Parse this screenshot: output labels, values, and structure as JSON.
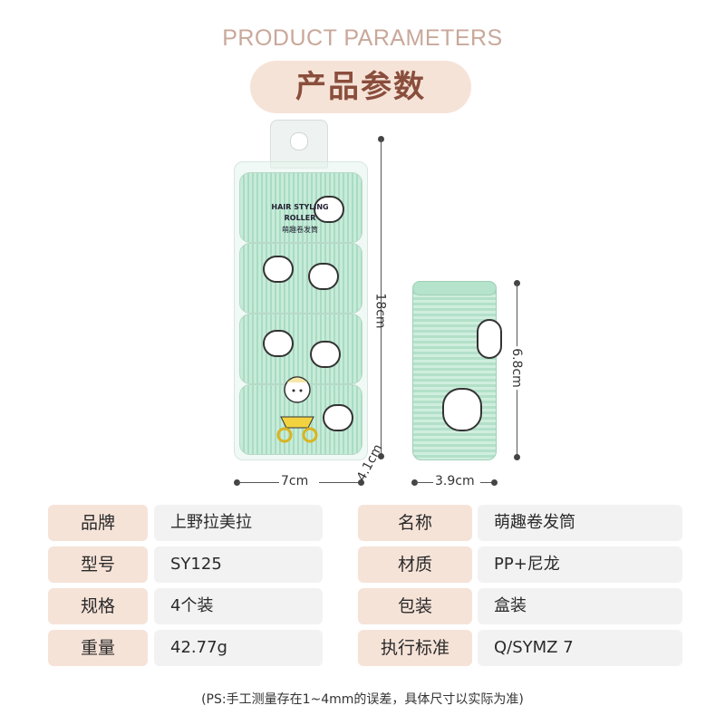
{
  "header": {
    "title_en": "PRODUCT PARAMETERS",
    "title_cn": "产品参数"
  },
  "product_image": {
    "box_text_line1": "HAIR STYLING",
    "box_text_line2": "ROLLER",
    "box_text_line3": "萌趣卷发筒"
  },
  "dimensions": {
    "box_height": "18cm",
    "box_width": "7cm",
    "box_depth": "4.1cm",
    "roller_height": "6.8cm",
    "roller_width": "3.9cm"
  },
  "specs_left": [
    {
      "label": "品牌",
      "value": "上野拉美拉"
    },
    {
      "label": "型号",
      "value": "SY125"
    },
    {
      "label": "规格",
      "value": "4个装"
    },
    {
      "label": "重量",
      "value": "42.77g"
    }
  ],
  "specs_right": [
    {
      "label": "名称",
      "value": "萌趣卷发筒"
    },
    {
      "label": "材质",
      "value": "PP+尼龙"
    },
    {
      "label": "包装",
      "value": "盒装"
    },
    {
      "label": "执行标准",
      "value": "Q/SYMZ 7"
    }
  ],
  "footer": {
    "note": "(PS:手工测量存在1~4mm的误差，具体尺寸以实际为准)"
  },
  "colors": {
    "accent_pill": "#f6e3d8",
    "title_en": "#c9a89a",
    "title_cn": "#8a4e3c",
    "roller_green": "#b3e0c8"
  }
}
